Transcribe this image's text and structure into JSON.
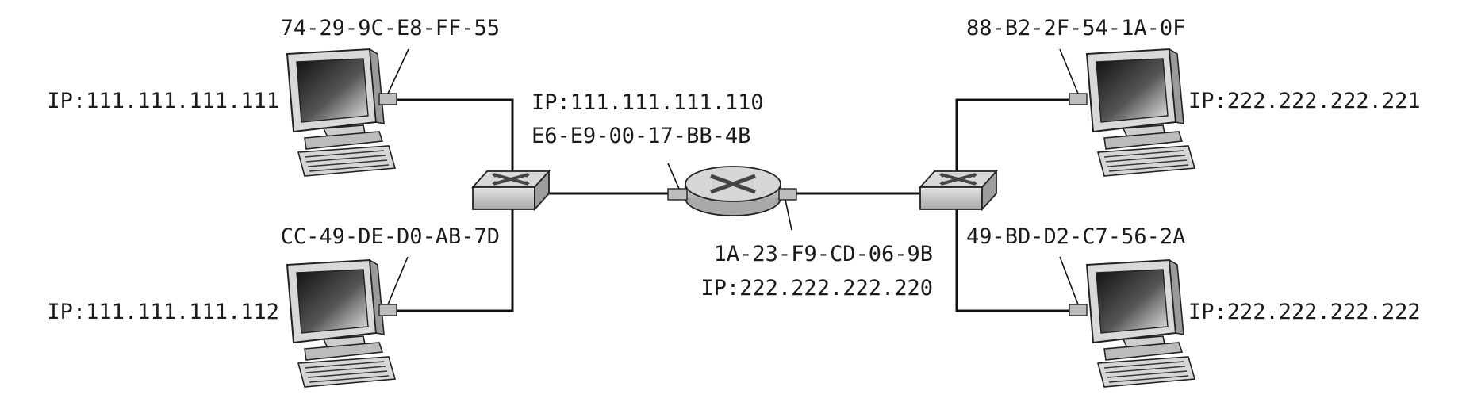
{
  "colors": {
    "ink": "#111111",
    "device_gray": "#c8c8c8",
    "screen_dark": "#2a2a2a"
  },
  "hosts": [
    {
      "id": "host-a",
      "mac": "74-29-9C-E8-FF-55",
      "ip": "IP:111.111.111.111"
    },
    {
      "id": "host-b",
      "mac": "CC-49-DE-D0-AB-7D",
      "ip": "IP:111.111.111.112"
    },
    {
      "id": "host-c",
      "mac": "88-B2-2F-54-1A-0F",
      "ip": "IP:222.222.222.221"
    },
    {
      "id": "host-d",
      "mac": "49-BD-D2-C7-56-2A",
      "ip": "IP:222.222.222.222"
    }
  ],
  "router": {
    "left_interface": {
      "ip": "IP:111.111.111.110",
      "mac": "E6-E9-00-17-BB-4B"
    },
    "right_interface": {
      "ip": "IP:222.222.222.220",
      "mac": "1A-23-F9-CD-06-9B"
    }
  },
  "icons": {
    "switch": "switch-icon",
    "router": "router-icon",
    "computer": "computer-icon"
  }
}
